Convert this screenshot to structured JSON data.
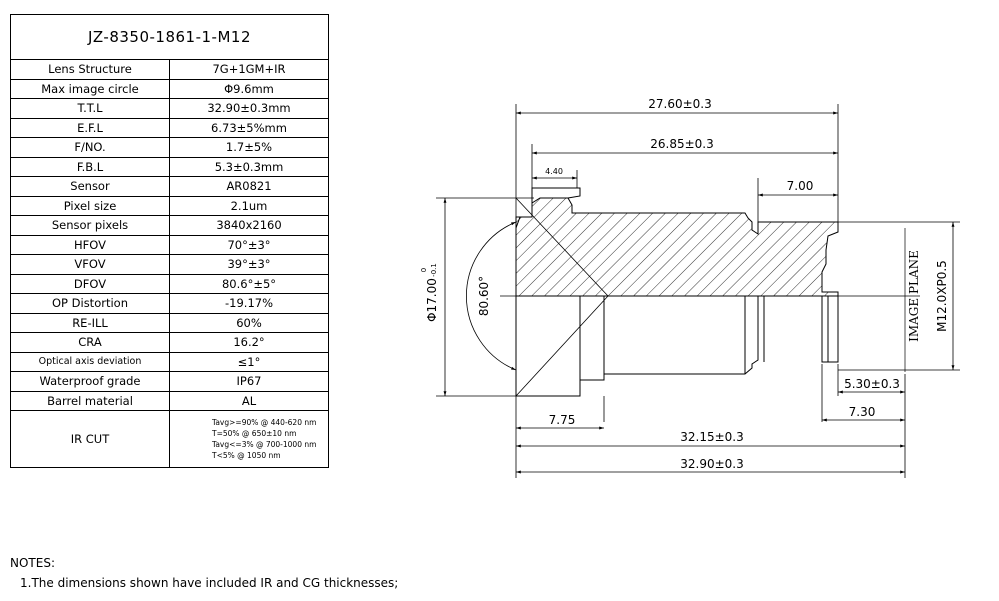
{
  "spec_table": {
    "title": "JZ-8350-1861-1-M12",
    "rows": [
      {
        "label": "Lens Structure",
        "value": "7G+1GM+IR"
      },
      {
        "label": "Max image circle",
        "value": "Φ9.6mm"
      },
      {
        "label": "T.T.L",
        "value": "32.90±0.3mm"
      },
      {
        "label": "E.F.L",
        "value": "6.73±5%mm"
      },
      {
        "label": "F/NO.",
        "value": "1.7±5%"
      },
      {
        "label": "F.B.L",
        "value": "5.3±0.3mm"
      },
      {
        "label": "Sensor",
        "value": "AR0821"
      },
      {
        "label": "Pixel size",
        "value": "2.1um"
      },
      {
        "label": "Sensor pixels",
        "value": "3840x2160"
      },
      {
        "label": "HFOV",
        "value": "70°±3°"
      },
      {
        "label": "VFOV",
        "value": "39°±3°"
      },
      {
        "label": "DFOV",
        "value": "80.6°±5°"
      },
      {
        "label": "OP Distortion",
        "value": "-19.17%"
      },
      {
        "label": "RE-ILL",
        "value": "60%"
      },
      {
        "label": "CRA",
        "value": "16.2°"
      },
      {
        "label": "Optical axis deviation",
        "value": "≤1°"
      },
      {
        "label": "Waterproof grade",
        "value": "IP67"
      },
      {
        "label": "Barrel material",
        "value": "AL"
      }
    ],
    "ir_cut": {
      "label": "IR CUT",
      "lines": [
        "Tavg>=90% @ 440-620 nm",
        "T=50%      @ 650±10 nm",
        "Tavg<=3%  @ 700-1000 nm",
        "T<5%       @ 1050 nm"
      ]
    }
  },
  "drawing": {
    "dimensions": {
      "top_overall": "27.60±0.3",
      "second": "26.85±0.3",
      "front_cap": "4.40",
      "thread_length": "7.00",
      "diameter_main": "Φ17.00",
      "diameter_tol_upper": "0",
      "diameter_tol_lower": "-0.1",
      "fov_angle": "80.60°",
      "fbl": "5.30±0.3",
      "thread_to_plane": "7.30",
      "front_length": "7.75",
      "bottom_mid": "32.15±0.3",
      "bottom_overall": "32.90±0.3"
    },
    "image_plane_label": "IMAGE PLANE",
    "thread_label": "M12.0XP0.5"
  },
  "notes": {
    "heading": "NOTES:",
    "items": [
      "1.The dimensions shown have included IR and CG thicknesses;"
    ]
  }
}
